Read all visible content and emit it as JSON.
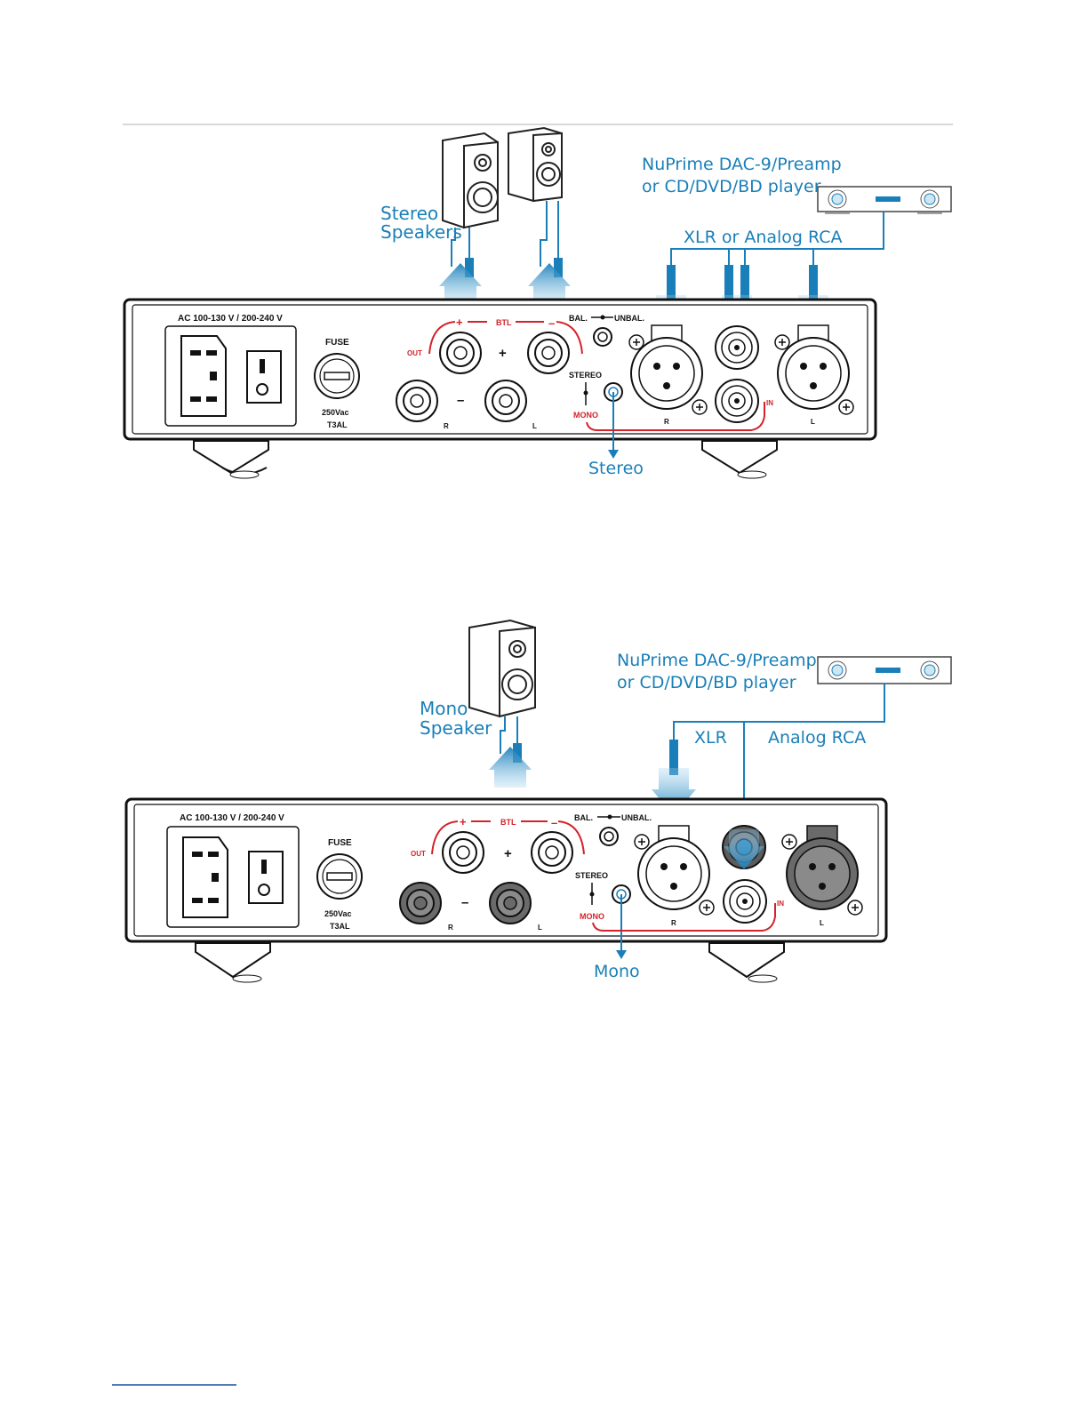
{
  "colors": {
    "accent_blue": "#1a7fb8",
    "btl_red": "#d2232a",
    "chassis": "#111111",
    "background": "#ffffff"
  },
  "panel_labels": {
    "ac": "AC 100-130 V / 200-240 V",
    "fuse": "FUSE",
    "fuse_rating": "250Vac",
    "fuse_type": "T3AL",
    "out": "OUT",
    "btl": "BTL",
    "plus": "+",
    "minus": "–",
    "bal": "BAL.",
    "unbal": "UNBAL.",
    "stereo": "STEREO",
    "mono": "MONO",
    "in": "IN",
    "r": "R",
    "l": "L"
  },
  "diagram1": {
    "speakers_label_1": "Stereo",
    "speakers_label_2": "Speakers",
    "source_label_1": "NuPrime DAC-9/Preamp",
    "source_label_2": "or CD/DVD/BD player",
    "cable_label": "XLR or Analog RCA",
    "switch_result": "Stereo"
  },
  "diagram2": {
    "speaker_label_1": "Mono",
    "speaker_label_2": "Speaker",
    "source_label_1": "NuPrime DAC-9/Preamp",
    "source_label_2": "or CD/DVD/BD player",
    "xlr_label": "XLR",
    "rca_label": "Analog RCA",
    "switch_result": "Mono"
  }
}
